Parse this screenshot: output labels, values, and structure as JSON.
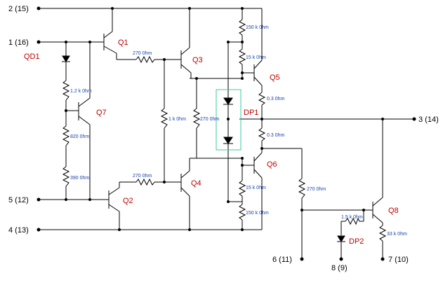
{
  "terminals": [
    {
      "id": "t2",
      "label": "2 (15)"
    },
    {
      "id": "t1",
      "label": "1 (16)"
    },
    {
      "id": "t5",
      "label": "5 (12)"
    },
    {
      "id": "t4",
      "label": "4 (13)"
    },
    {
      "id": "t3",
      "label": "3 (14)"
    },
    {
      "id": "t6",
      "label": "6 (11)"
    },
    {
      "id": "t8",
      "label": "8 (9)"
    },
    {
      "id": "t7",
      "label": "7 (10)"
    }
  ],
  "transistors": {
    "q1": "Q1",
    "q2": "Q2",
    "q3": "Q3",
    "q4": "Q4",
    "q5": "Q5",
    "q6": "Q6",
    "q7": "Q7",
    "q8": "Q8"
  },
  "diodes": {
    "qd1": "QD1",
    "dp1": "DP1",
    "dp2": "DP2"
  },
  "resistors": {
    "r_q1q3": "270 0hm",
    "r_q2q4": "270 0hm",
    "r_1k": "1 k 0hm",
    "r_270mid": "270 0hm",
    "r_1k2": "1.2 k 0hm",
    "r_820": "820 0hm",
    "r_390": "390 0hm",
    "r_150a": "150 k 0hm",
    "r_15a": "15 k 0hm",
    "r_03a": "0.3 0hm",
    "r_03b": "0.3 0hm",
    "r_15b": "15 k 0hm",
    "r_150b": "150 k 0hm",
    "r_270out": "270 0hm",
    "r_15k_q8": "1.5 k 0hm",
    "r_33k": "33 k 0hm"
  },
  "colors": {
    "wire": "#000000",
    "label": "#c00000",
    "value": "#1a3fa8",
    "highlight": "#3cc8a0"
  }
}
